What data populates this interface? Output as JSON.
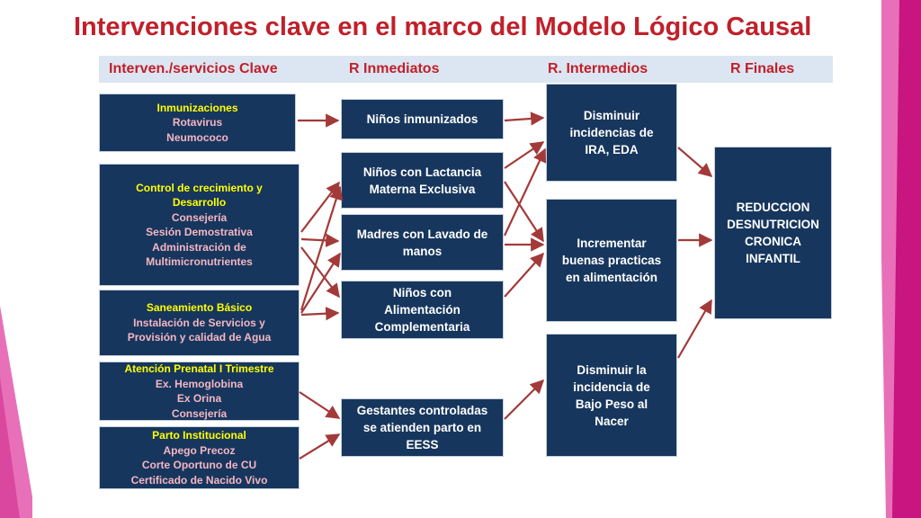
{
  "title": "Intervenciones clave en el marco del Modelo Lógico Causal",
  "headers": {
    "interventions": "Interven./servicios Clave",
    "immediate": "R Inmediatos",
    "intermediate": "R. Intermedios",
    "final": "R Finales"
  },
  "interventions": [
    {
      "heading": "Inmunizaciones",
      "items": [
        "Rotavirus",
        "Neumococo"
      ]
    },
    {
      "heading_lines": [
        "Control de crecimiento y",
        "Desarrollo"
      ],
      "items": [
        "Consejería",
        "Sesión Demostrativa",
        "Administración de",
        "Multimicronutrientes"
      ]
    },
    {
      "heading": "Saneamiento Básico",
      "items": [
        "Instalación de Servicios y",
        "Provisión  y calidad de Agua"
      ]
    },
    {
      "heading": "Atención Prenatal I Trimestre",
      "items": [
        "Ex. Hemoglobina",
        "Ex Orina",
        "Consejería"
      ]
    },
    {
      "heading": "Parto Institucional",
      "items": [
        "Apego Precoz",
        "Corte Oportuno de CU",
        "Certificado de Nacido Vivo"
      ]
    }
  ],
  "immediate_results": [
    {
      "lines": [
        "Niños inmunizados"
      ]
    },
    {
      "lines": [
        "Niños con Lactancia",
        "Materna Exclusiva"
      ]
    },
    {
      "lines": [
        "Madres con Lavado de",
        "manos"
      ]
    },
    {
      "lines": [
        "Niños con",
        "Alimentación",
        "Complementaria"
      ]
    },
    {
      "lines": [
        "Gestantes controladas",
        "se atienden parto en",
        "EESS"
      ]
    }
  ],
  "intermediate_results": [
    {
      "lines": [
        "Disminuir",
        "incidencias de",
        "IRA, EDA"
      ]
    },
    {
      "lines": [
        "Incrementar",
        "buenas practicas",
        "en alimentación"
      ]
    },
    {
      "lines": [
        "Disminuir la",
        "incidencia de",
        "Bajo Peso al",
        "Nacer"
      ]
    }
  ],
  "final_result": {
    "lines": [
      "REDUCCION",
      "DESNUTRICION",
      "CRONICA",
      "INFANTIL"
    ]
  },
  "colors": {
    "title": "#c0202a",
    "header_bar": "#dce6f2",
    "box": "#17365d",
    "box_heading": "#ffff00",
    "box_item": "#f4b6c2",
    "arrow": "#a33a3a",
    "accent_magenta": "#c8157f",
    "accent_pink": "#e870b8"
  }
}
